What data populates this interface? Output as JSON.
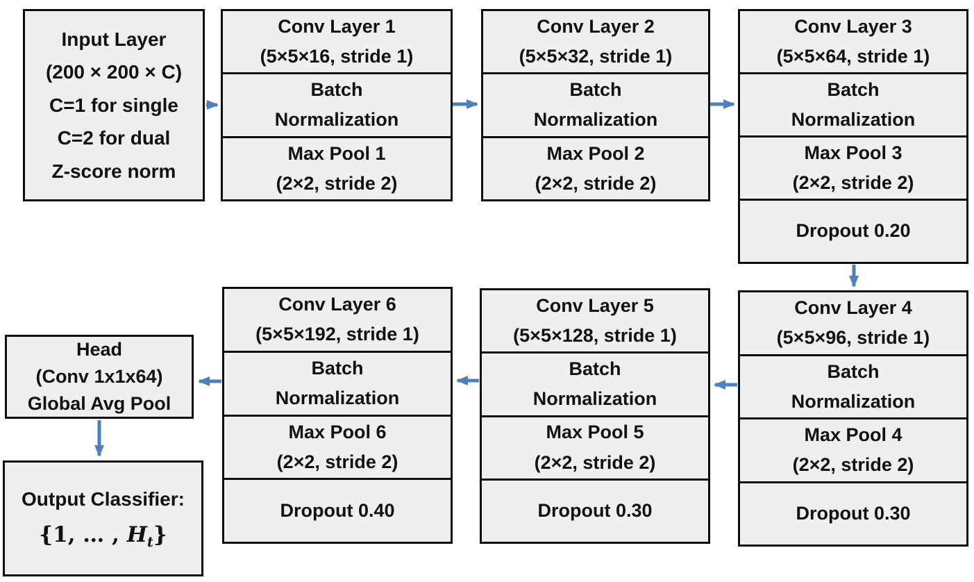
{
  "diagram": {
    "colors": {
      "box_fill": "#efeff0",
      "box_border": "#0d0d0d",
      "arrow": "#4d80bf",
      "background": "#ffffff"
    },
    "input_box": {
      "lines": [
        "Input Layer",
        "(200 × 200 × C)",
        "C=1 for single",
        "C=2 for dual",
        "Z-score norm"
      ]
    },
    "blocks": [
      {
        "conv": "Conv Layer 1\n(5×5×16, stride 1)",
        "batch": "Batch\nNormalization",
        "pool": "Max Pool 1\n(2×2, stride 2)"
      },
      {
        "conv": "Conv Layer 2\n(5×5×32, stride 1)",
        "batch": "Batch\nNormalization",
        "pool": "Max Pool 2\n(2×2, stride 2)"
      },
      {
        "conv": "Conv Layer 3\n(5×5×64, stride 1)",
        "batch": "Batch\nNormalization",
        "pool": "Max Pool 3\n(2×2, stride 2)",
        "dropout": "Dropout 0.20"
      },
      {
        "conv": "Conv Layer 4\n(5×5×96, stride 1)",
        "batch": "Batch\nNormalization",
        "pool": "Max Pool 4\n(2×2, stride 2)",
        "dropout": "Dropout 0.30"
      },
      {
        "conv": "Conv Layer 5\n(5×5×128, stride 1)",
        "batch": "Batch\nNormalization",
        "pool": "Max Pool 5\n(2×2, stride 2)",
        "dropout": "Dropout 0.30"
      },
      {
        "conv": "Conv Layer 6\n(5×5×192, stride 1)",
        "batch": "Batch\nNormalization",
        "pool": "Max Pool 6\n(2×2, stride 2)",
        "dropout": "Dropout 0.40"
      }
    ],
    "head_box": {
      "lines": [
        "Head",
        "(Conv 1x1x64)",
        "Global Avg Pool"
      ]
    },
    "output_box": {
      "title": "Output Classifier:",
      "formula": {
        "pre": "{1, … , ",
        "var": "H",
        "sub": "t",
        "post": "}"
      }
    }
  }
}
